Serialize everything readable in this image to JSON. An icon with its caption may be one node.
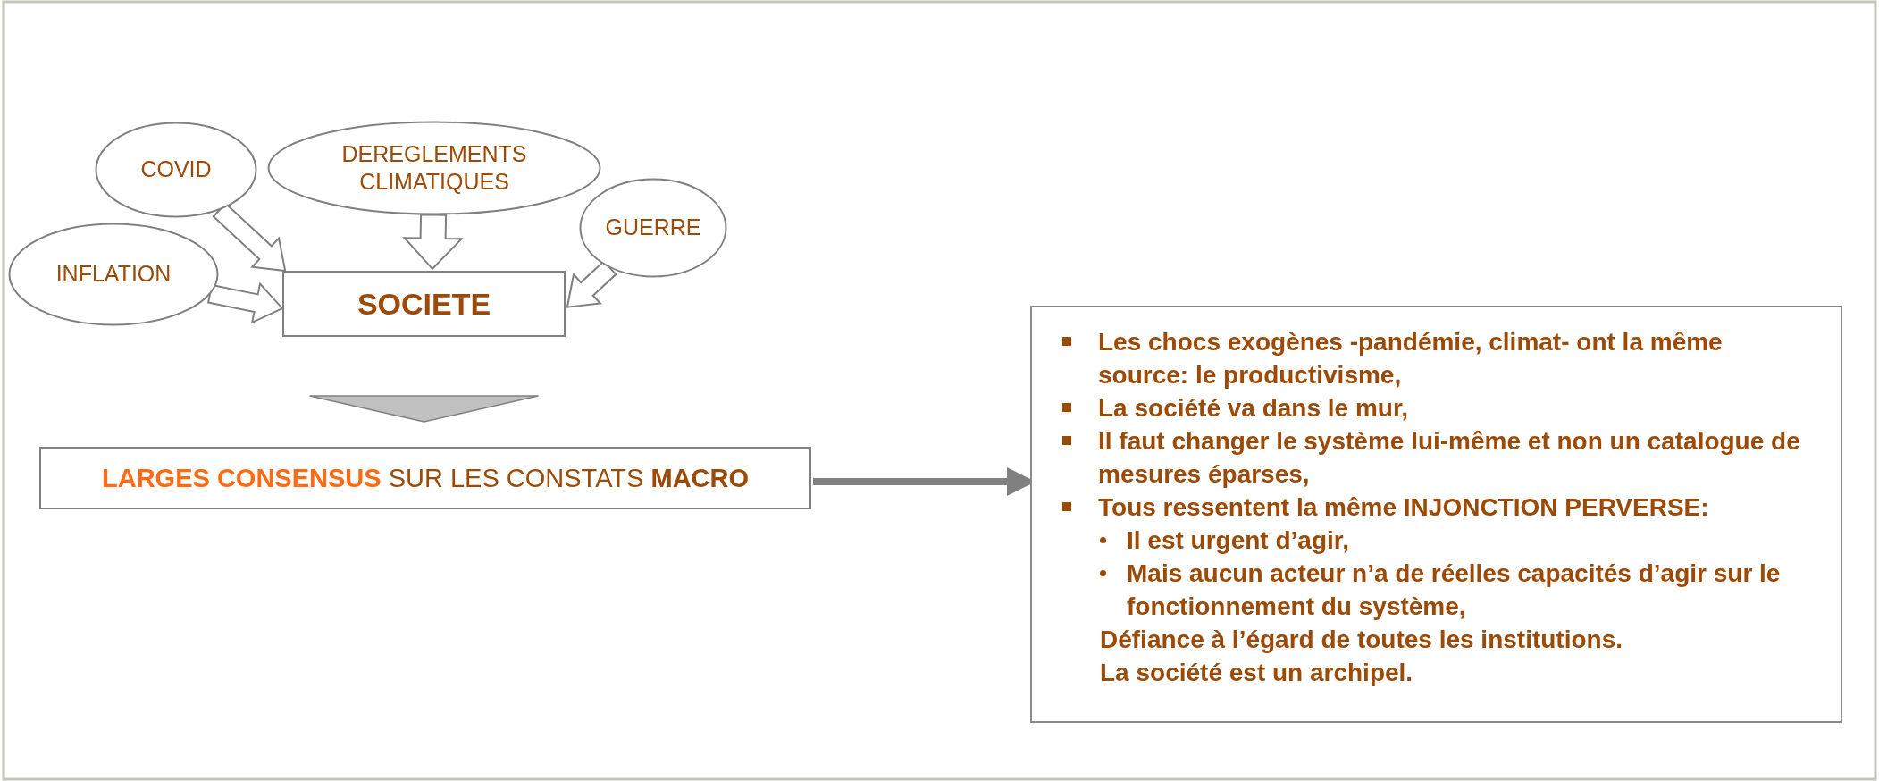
{
  "diagram": {
    "nodes": [
      {
        "text": [
          "COVID"
        ]
      },
      {
        "text": [
          "DEREGLEMENTS CLIMATIQUES"
        ]
      },
      {
        "text": [
          "GUERRE"
        ]
      },
      {
        "text": [
          "INFLATION"
        ]
      },
      {
        "text": [
          "SOCIETE"
        ]
      },
      {
        "text": [
          "**LARGES CONSENSUS** SUR LES CONSTATS **MACRO**"
        ]
      },
      {
        "text": [
          "Les chocs exogènes -pandémie, climat- ont la même source: le productivisme,",
          "La société va dans le mur,",
          "Il faut changer le système lui-même et non un catalogue de mesures éparses,",
          "Tous ressentent la même INJONCTION PERVERSE:",
          "Il est urgent d’agir,",
          "Mais aucun acteur n’a de réelles capacités d’agir sur le fonctionnement du système,",
          "Défiance à l’égard de toutes les institutions.",
          "La société est un archipel."
        ]
      }
    ],
    "edges": [
      {
        "from": 0,
        "to": 4,
        "arrow": "to"
      },
      {
        "from": 1,
        "to": 4,
        "arrow": "to"
      },
      {
        "from": 2,
        "to": 4,
        "arrow": "to"
      },
      {
        "from": 3,
        "to": 4,
        "arrow": "to"
      },
      {
        "from": 4,
        "to": 5,
        "arrow": "to"
      },
      {
        "from": 5,
        "to": 6,
        "arrow": "to"
      }
    ]
  }
}
